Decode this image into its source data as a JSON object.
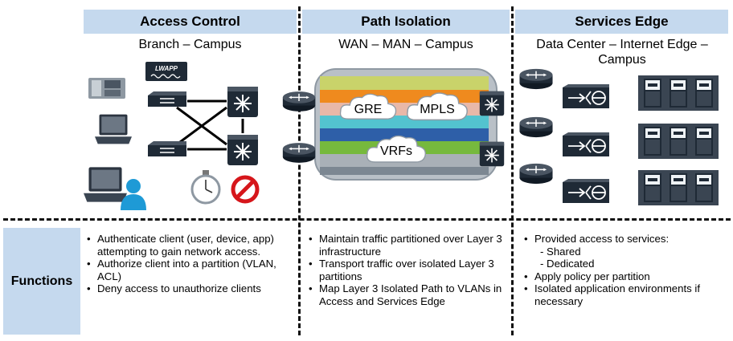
{
  "columns": [
    {
      "header": "Access Control",
      "subtitle": "Branch – Campus"
    },
    {
      "header": "Path Isolation",
      "subtitle": "WAN – MAN – Campus"
    },
    {
      "header": "Services Edge",
      "subtitle": "Data Center – Internet Edge – Campus"
    }
  ],
  "pipe_labels": {
    "gre": "GRE",
    "mpls": "MPLS",
    "vrfs": "VRFs"
  },
  "ap_label": "LWAPP",
  "functions": {
    "label": "Functions",
    "access_control": [
      "Authenticate client (user, device, app) attempting to gain network access.",
      "Authorize client into a partition (VLAN, ACL)",
      "Deny access to unauthorize clients"
    ],
    "path_isolation": [
      "Maintain traffic partitioned over Layer 3 infrastructure",
      "Transport traffic over isolated Layer 3 partitions",
      "Map Layer 3 Isolated Path to VLANs in Access and Services Edge"
    ],
    "services_edge": {
      "item1": "Provided access to services:",
      "sub1": "- Shared",
      "sub2": "- Dedicated",
      "item2": "Apply policy per partition",
      "item3": "Isolated application environments if necessary"
    }
  },
  "colors": {
    "header_bg": "#c5d9ee",
    "icon_dark": "#1f2a36",
    "person": "#1e9ad6",
    "deny": "#d6161b"
  }
}
